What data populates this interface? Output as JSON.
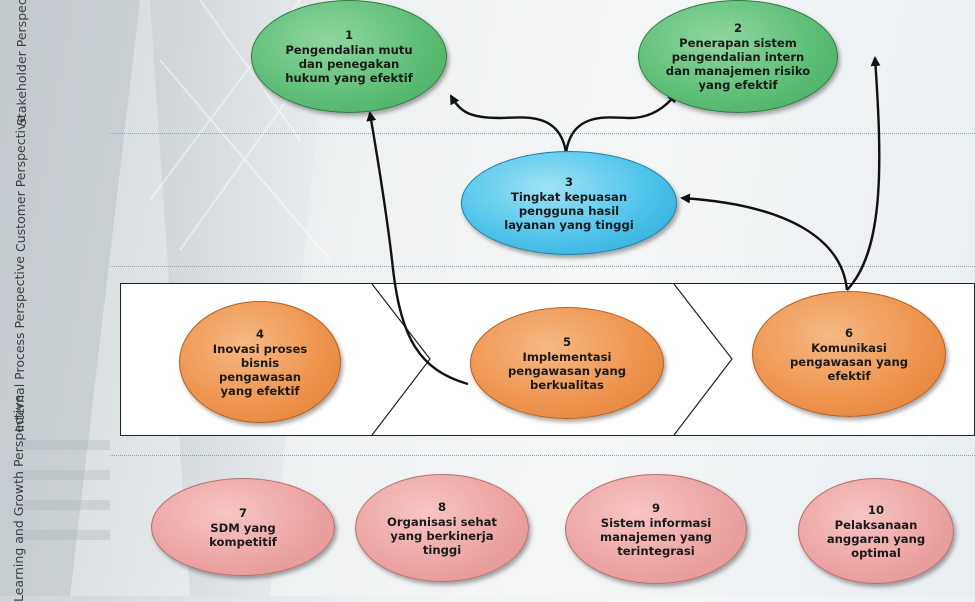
{
  "perspectives": {
    "stakeholder": "Stakeholder Perspective",
    "customer": "Customer Perspective",
    "internal": "Internal Process Perspective",
    "learning": "Learning and Growth Perspective"
  },
  "objectives": {
    "o1": {
      "num": "1",
      "text": "Pengendalian mutu dan penegakan hukum yang efektif"
    },
    "o2": {
      "num": "2",
      "text": "Penerapan sistem pengendalian intern dan manajemen risiko yang efektif"
    },
    "o3": {
      "num": "3",
      "text": "Tingkat kepuasan pengguna hasil layanan yang tinggi"
    },
    "o4": {
      "num": "4",
      "text": "Inovasi proses bisnis pengawasan yang efektif"
    },
    "o5": {
      "num": "5",
      "text": "Implementasi pengawasan yang berkualitas"
    },
    "o6": {
      "num": "6",
      "text": "Komunikasi pengawasan yang efektif"
    },
    "o7": {
      "num": "7",
      "text": "SDM yang kompetitif"
    },
    "o8": {
      "num": "8",
      "text": "Organisasi sehat yang berkinerja tinggi"
    },
    "o9": {
      "num": "9",
      "text": "Sistem informasi manajemen yang terintegrasi"
    },
    "o10": {
      "num": "10",
      "text": "Pelaksanaan anggaran yang optimal"
    }
  },
  "colors": {
    "stakeholder": "#5fbf77",
    "customer": "#4fc3ea",
    "internal": "#ee9550",
    "learning": "#eda5a5",
    "divider": "#8aa4c0",
    "arrow": "#111111"
  }
}
